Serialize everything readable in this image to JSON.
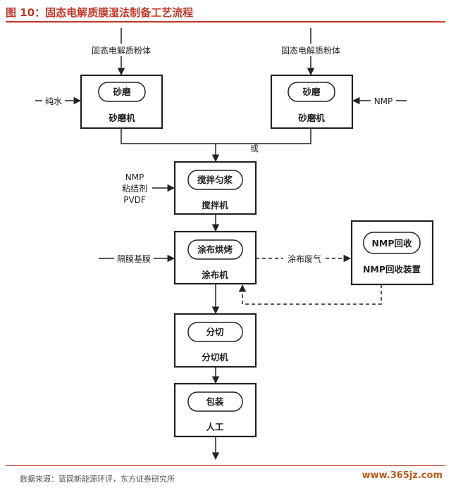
{
  "header": {
    "title": "图 10：固态电解质膜湿法制备工艺流程"
  },
  "nodes": {
    "left_mill": {
      "process": "砂磨",
      "machine": "砂磨机"
    },
    "right_mill": {
      "process": "砂磨",
      "machine": "砂磨机"
    },
    "mixer": {
      "process": "搅拌匀浆",
      "machine": "搅拌机"
    },
    "coater": {
      "process": "涂布烘烤",
      "machine": "涂布机"
    },
    "recovery": {
      "process": "NMP回收",
      "machine": "NMP回收装置"
    },
    "slitter": {
      "process": "分切",
      "machine": "分切机"
    },
    "packing": {
      "process": "包装",
      "machine": "人工"
    }
  },
  "inputs": {
    "left_powder": "固态电解质粉体",
    "right_powder": "固态电解质粉体",
    "water": "纯水",
    "nmp": "NMP",
    "mixer_nmp": "NMP",
    "binder": "粘结剂",
    "pvdf": "PVDF",
    "base_film": "隔膜基膜"
  },
  "edges": {
    "or_label": "或",
    "waste_gas": "涂布废气"
  },
  "footer": {
    "source": "数据来源：蓝固新能源环评，东方证券研究所",
    "watermark": "www.365jz.com"
  }
}
